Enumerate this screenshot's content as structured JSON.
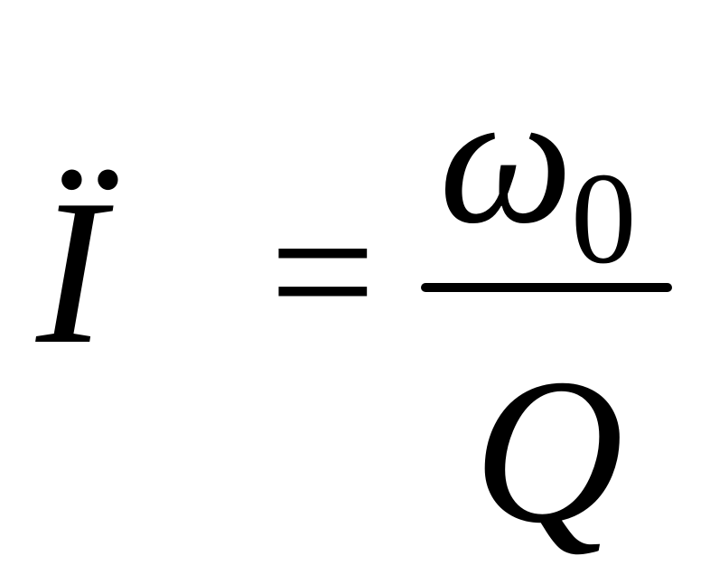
{
  "formula": {
    "lhs": "Ï",
    "equals": "=",
    "numerator": "ω",
    "numerator_subscript": "0",
    "denominator": "Q"
  }
}
